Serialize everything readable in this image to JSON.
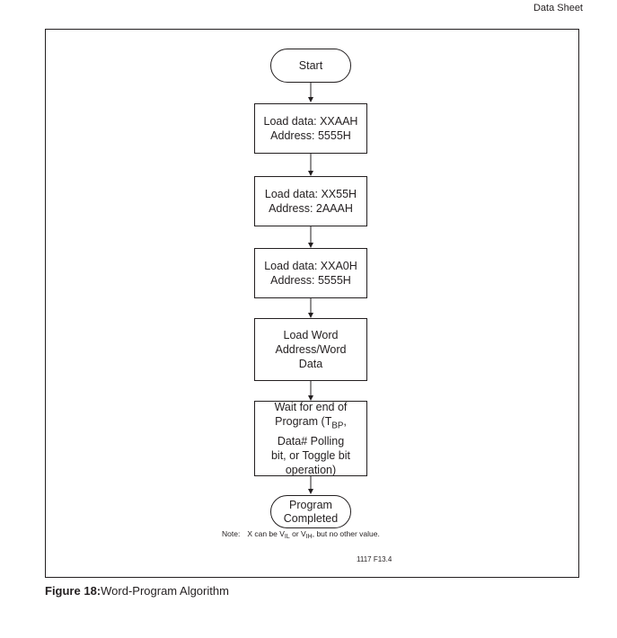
{
  "header": {
    "doc_type": "Data Sheet"
  },
  "flowchart": {
    "nodes": [
      {
        "id": "start",
        "lines": [
          "Start"
        ]
      },
      {
        "id": "step1",
        "lines": [
          "Load data: XXAAH",
          "Address: 5555H"
        ]
      },
      {
        "id": "step2",
        "lines": [
          "Load data: XX55H",
          "Address: 2AAAH"
        ]
      },
      {
        "id": "step3",
        "lines": [
          "Load data: XXA0H",
          "Address: 5555H"
        ]
      },
      {
        "id": "step4",
        "lines": [
          "Load Word",
          "Address/Word",
          "Data"
        ]
      },
      {
        "id": "step5",
        "lines": [
          "Wait for end of",
          "Program (T",
          "BP",
          ",",
          "Data# Polling",
          "bit, or Toggle bit",
          "operation)"
        ]
      },
      {
        "id": "end",
        "lines": [
          "Program",
          "Completed"
        ]
      }
    ]
  },
  "note": {
    "label": "Note:",
    "text_a": "X can be V",
    "sub_a": "IL",
    "text_b": " or V",
    "sub_b": "IH",
    "text_c": ", but no other value."
  },
  "figure_ref": "1117 F13.4",
  "caption": {
    "label": "Figure 18:",
    "title": "Word-Program Algorithm"
  }
}
